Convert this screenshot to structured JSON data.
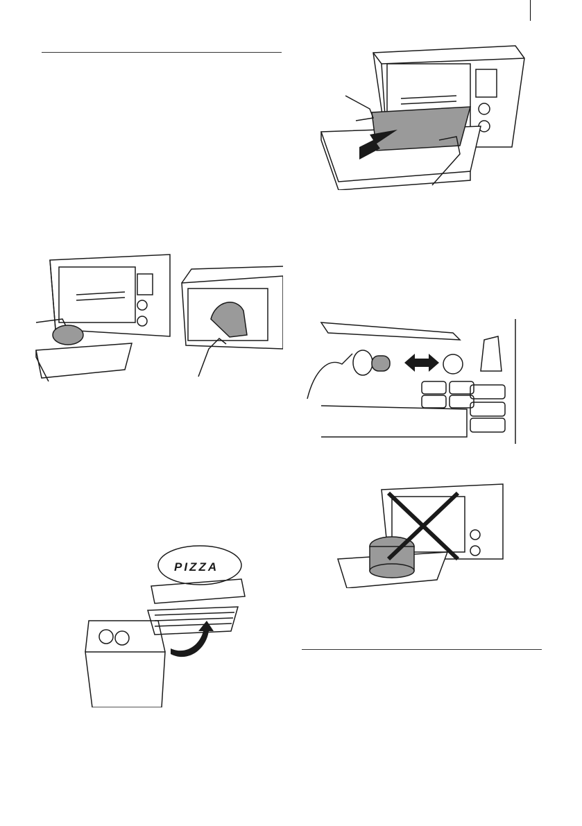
{
  "page": {
    "crop_mark": true,
    "illustrations": {
      "tray_removal": {
        "icon": "oven-tray-removal-illustration"
      },
      "interior_wipe": {
        "icon": "oven-interior-sponge-illustration"
      },
      "door_wipe": {
        "icon": "oven-door-cloth-illustration"
      },
      "lamp_replacement": {
        "icon": "oven-lamp-replacement-illustration"
      },
      "dishwasher": {
        "icon": "dishwasher-accessories-illustration",
        "pizza_label": "PIZZA"
      },
      "do_not_immerse": {
        "icon": "do-not-immerse-illustration"
      }
    }
  },
  "colors": {
    "ink": "#1a1a1a",
    "shade": "#9a9a9a",
    "paper": "#ffffff"
  }
}
